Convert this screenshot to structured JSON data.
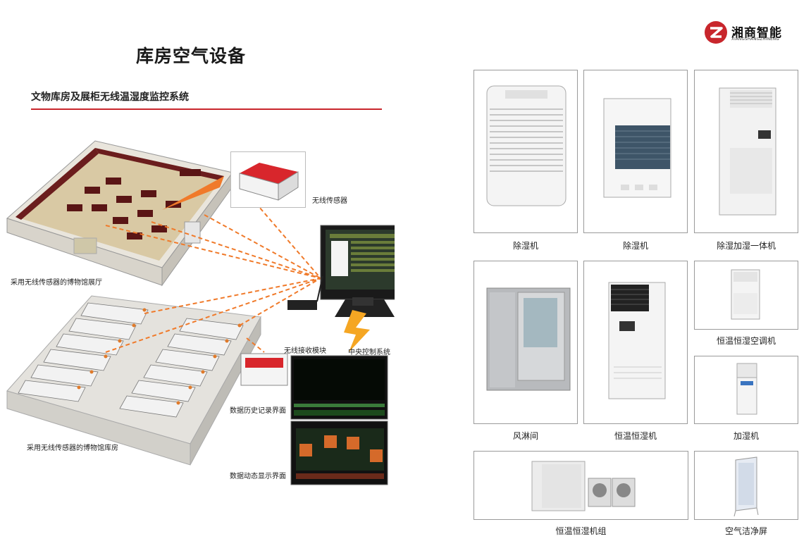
{
  "header": {
    "page_title": "库房空气设备",
    "section_title": "文物库房及展柜无线温湿度监控系统"
  },
  "logo": {
    "brand_name": "湘商智能",
    "brand_pinyin": "XIANGSHANGZHINENG",
    "brand_color": "#c8262c"
  },
  "diagram": {
    "labels": {
      "wireless_sensor": "无线传感器",
      "exhibition_hall": "采用无线传感器的博物馆展厅",
      "wireless_receiver": "无线接收模块",
      "central_control": "中央控制系统",
      "history_interface": "数据历史记录界面",
      "warehouse": "采用无线传感器的博物馆库房",
      "dynamic_interface": "数据动态显示界面"
    },
    "link_color": "#f07a2a"
  },
  "products": [
    {
      "name": "除湿机"
    },
    {
      "name": "除湿机"
    },
    {
      "name": "除湿加湿一体机"
    },
    {
      "name": "风淋间"
    },
    {
      "name": "恒温恒湿机"
    },
    {
      "name": "恒温恒湿空调机"
    },
    {
      "name": "加湿机"
    },
    {
      "name": "恒温恒湿机组"
    },
    {
      "name": "空气洁净屏"
    }
  ]
}
